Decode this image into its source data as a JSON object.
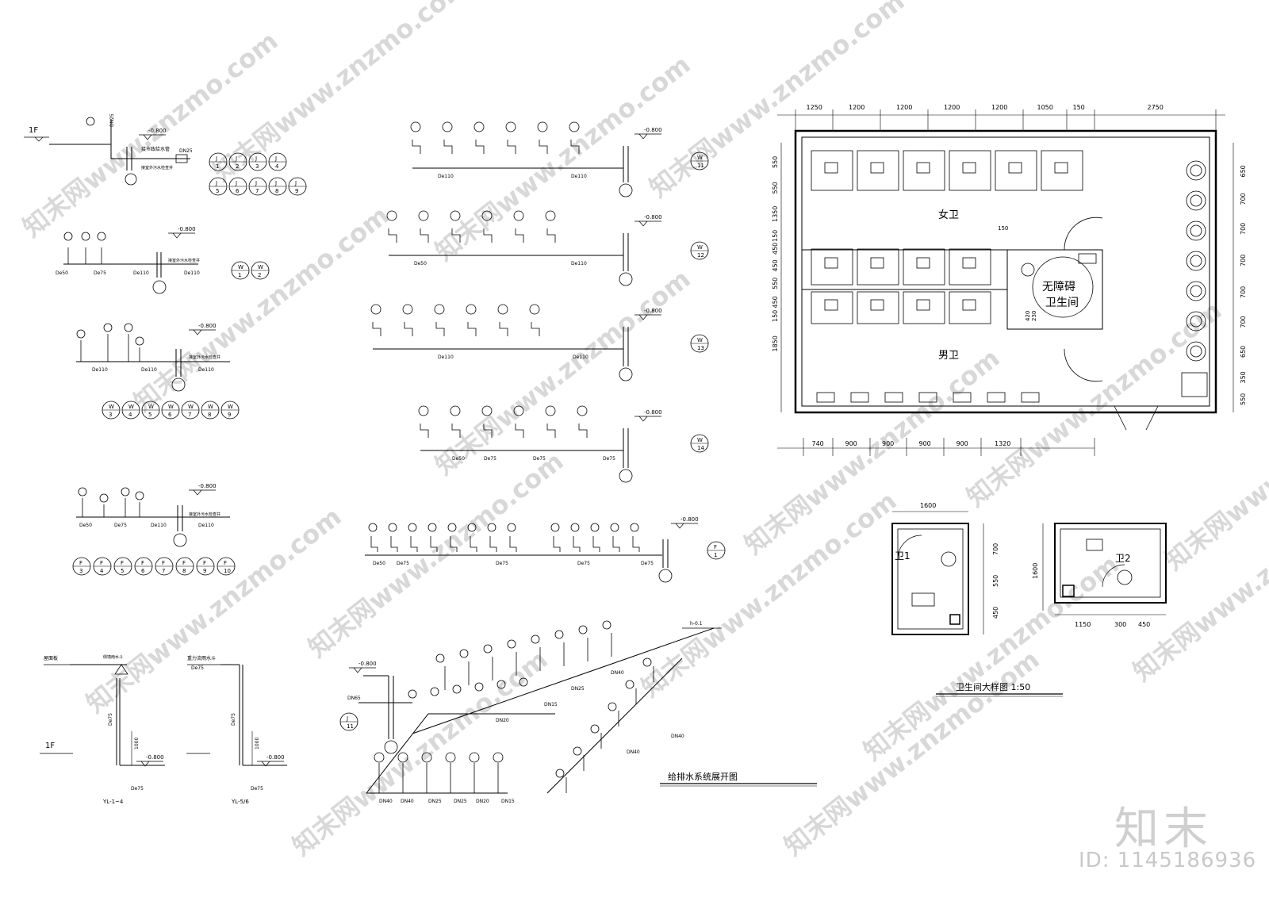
{
  "watermark": {
    "site": "www.znzmo.com",
    "brand": "知末网"
  },
  "logo_text": "知末",
  "id_text": "ID: 1145186936",
  "titles": {
    "system": "给排水系统展开图",
    "detail": "卫生间大样图 1:50"
  },
  "rooms": {
    "female": "女卫",
    "male": "男卫",
    "accessible_1": "无障碍",
    "accessible_2": "卫生间",
    "t1": "卫1",
    "t2": "卫2"
  },
  "plan_dims": {
    "top": [
      "1250",
      "1200",
      "1200",
      "1200",
      "1200",
      "1050",
      "150",
      "2750"
    ],
    "bottom": [
      "740",
      "900",
      "900",
      "900",
      "900",
      "1320"
    ],
    "left": [
      "550",
      "550",
      "1350",
      "150",
      "450",
      "450",
      "550",
      "450",
      "150",
      "1850"
    ],
    "right": [
      "650",
      "700",
      "700",
      "700",
      "700",
      "700",
      "650",
      "350",
      "550"
    ],
    "inner_150": "150",
    "inner_420": "420",
    "inner_230": "230"
  },
  "detail1_dims": {
    "top": "1600",
    "right": [
      "700",
      "550",
      "450"
    ]
  },
  "detail2_dims": {
    "left": "1600",
    "bottom": [
      "1150",
      "300",
      "450"
    ]
  },
  "labels": {
    "floor_1f": "1F",
    "roof": "屋面板",
    "level": "-0.800",
    "level_h": "h-0.1",
    "yl1": "YL-1~4",
    "yl2": "YL-5/6",
    "d1000": "1000",
    "de75": "De75",
    "de50": "De50",
    "de110": "De110",
    "dn25": "DN25",
    "dn40": "DN40",
    "dn20": "DN20",
    "dn15": "DN15",
    "dn65": "DN65",
    "note_a": "接市政给水管",
    "note_b": "接室外污水检查井",
    "note_c": "接室外雨水井",
    "note_d": "侧墙雨水斗",
    "note_e": "重力流雨水斗"
  },
  "tags": {
    "j_row1": [
      "1",
      "2",
      "3",
      "4"
    ],
    "j_row2": [
      "5",
      "6",
      "7",
      "8",
      "9"
    ],
    "w_pair": [
      "1",
      "2"
    ],
    "w_row": [
      "3",
      "4",
      "5",
      "6",
      "7",
      "8",
      "9"
    ],
    "f_row": [
      "3",
      "4",
      "5",
      "6",
      "7",
      "8",
      "9",
      "10"
    ],
    "w_right": [
      "11",
      "12",
      "13",
      "14"
    ],
    "f_right": "1",
    "j_right": "11",
    "letters": {
      "J": "J",
      "W": "W",
      "F": "F"
    }
  }
}
